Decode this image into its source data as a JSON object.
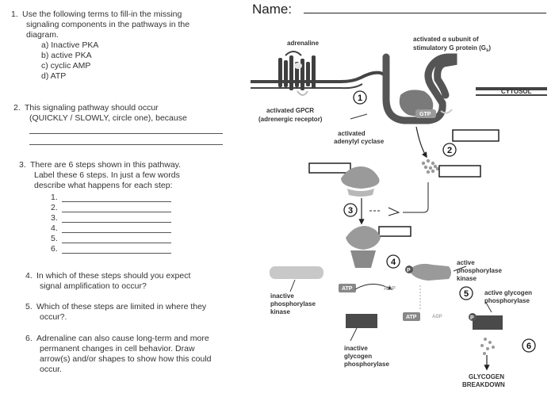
{
  "name_label": "Name:",
  "q1": {
    "number": "1.",
    "lines": [
      "Use the following terms to fill-in the missing",
      "signaling components in the pathways in the",
      "diagram."
    ],
    "options": [
      "a) Inactive PKA",
      "b) active PKA",
      "c) cyclic AMP",
      "d) ATP"
    ]
  },
  "q2": {
    "number": "2.",
    "lines": [
      "This signaling pathway should occur",
      "(QUICKLY / SLOWLY, circle one), because"
    ]
  },
  "q3": {
    "number": "3.",
    "lines": [
      "There are 6 steps shown in this pathway.",
      "Label these 6 steps.  In just a few words",
      "describe what happens for each step:"
    ],
    "steps": [
      "1.",
      "2.",
      "3.",
      "4.",
      "5.",
      "6."
    ]
  },
  "q4": {
    "number": "4.",
    "lines": [
      "In which of these steps should you expect",
      "signal amplification to occur?"
    ]
  },
  "q5": {
    "number": "5.",
    "lines": [
      "Which of these steps are limited in where they",
      "occur?."
    ]
  },
  "q6": {
    "number": "6.",
    "lines": [
      "Adrenaline can also cause long-term and more",
      "permanent changes in cell behavior. Draw",
      "arrow(s) and/or shapes to show how this could",
      "occur."
    ]
  },
  "diagram": {
    "adrenaline": "adrenaline",
    "g_alpha": [
      "activated α subunit of",
      "stimulatory G protein (G",
      "s",
      ")"
    ],
    "cytosol": "CYTOSOL",
    "gpcr": [
      "activated GPCR",
      "(adrenergic receptor)"
    ],
    "adenylyl": [
      "activated",
      "adenylyl cyclase"
    ],
    "gtp": "GTP",
    "atp_a": "ATP",
    "adp_a": "ADP",
    "p": "P",
    "active_kinase": [
      "active",
      "phosphorylase",
      "kinase"
    ],
    "active_glycogen": [
      "active glycogen",
      "phosphorylase"
    ],
    "inactive_kinase": [
      "inactive",
      "phosphorylase",
      "kinase"
    ],
    "atp_b": "ATP",
    "adp_b": "ADP",
    "inactive_glycogen": [
      "inactive",
      "glycogen",
      "phosphorylase"
    ],
    "breakdown": [
      "GLYCOGEN",
      "BREAKDOWN"
    ],
    "step_numbers": [
      "1",
      "2",
      "3",
      "4",
      "5",
      "6"
    ],
    "colors": {
      "gray": "#8a8a8a",
      "light_gray": "#c8c8c8",
      "dark_gray": "#4a4a4a"
    }
  }
}
